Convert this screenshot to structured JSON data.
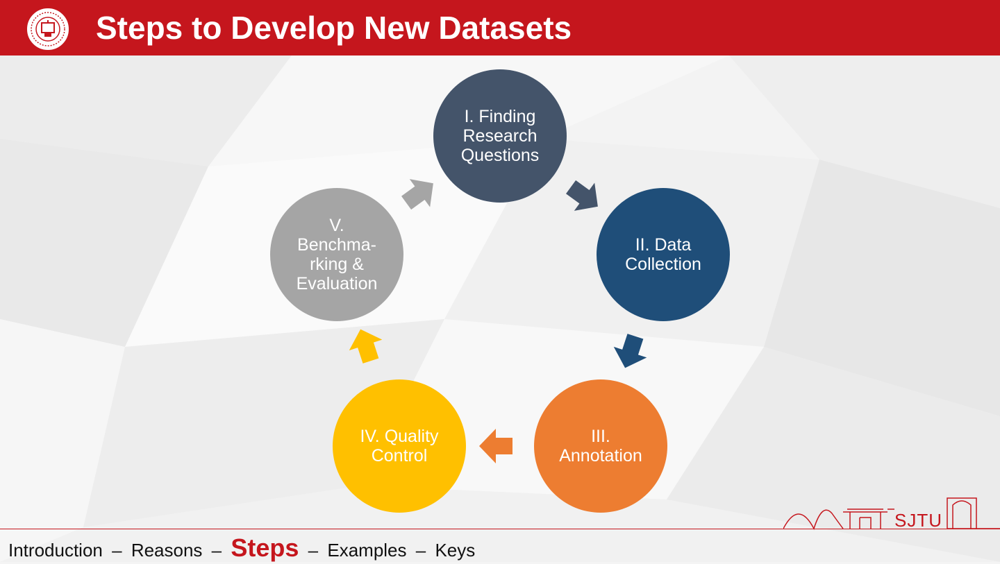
{
  "slide": {
    "title": "Steps to Develop New Datasets",
    "header_color": "#c5161d"
  },
  "cycle": {
    "nodes": [
      {
        "label": "I. Finding\nResearch\nQuestions",
        "color": "#44546a"
      },
      {
        "label": "II. Data\nCollection",
        "color": "#1f4e79"
      },
      {
        "label": "III.\nAnnotation",
        "color": "#ed7d31"
      },
      {
        "label": "IV. Quality\nControl",
        "color": "#ffc000"
      },
      {
        "label": "V.\nBenchma-\nrking &\nEvaluation",
        "color": "#a5a5a5"
      }
    ],
    "arrow_colors": [
      "#44546a",
      "#1f4e79",
      "#ed7d31",
      "#ffc000",
      "#a5a5a5"
    ]
  },
  "footer": {
    "items": [
      "Introduction",
      "Reasons",
      "Steps",
      "Examples",
      "Keys"
    ],
    "separator": "–",
    "active": "Steps",
    "logo_text": "SJTU"
  },
  "icons": {
    "header_logo": "university-seal-icon",
    "footer_logo": "sjtu-gate-logo-icon"
  }
}
